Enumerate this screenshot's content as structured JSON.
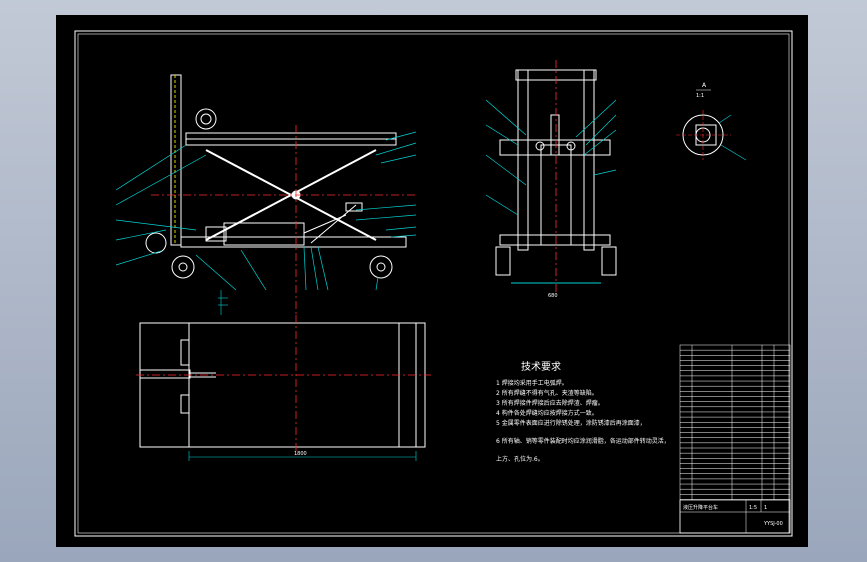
{
  "drawing": {
    "background": "#000000",
    "frame_color": "#ffffff",
    "line_colors": {
      "outline": "#ffffff",
      "dimension": "#00d4d4",
      "center": "#ff2a2a",
      "hidden": "#d4d400",
      "title_text": "#ffffff"
    }
  },
  "tech_requirements": {
    "title": "技术要求",
    "items": [
      "1 焊接均采用手工电弧焊。",
      "2 所有焊缝不得有气孔、夹渣等缺陷。",
      "3 所有焊接件焊接后应去除焊渣、焊瘤。",
      "4 构件各处焊缝均应按焊接方式一致。",
      "5 金属零件表面应进行除锈处理，涂防锈漆后再涂面漆，",
      "6 所有轴、销等零件装配时均应涂润滑脂，各运动部件转动灵活，",
      "上方、孔位为.6。"
    ]
  },
  "detail_view": {
    "label": "A",
    "scale": "1:1"
  },
  "dimensions": {
    "front_width": "680",
    "top_length": "1800"
  },
  "title_block": {
    "name": "液压升降平台车",
    "scale": "1:5",
    "sheet": "1",
    "drawing_no": "YYSJ-00"
  }
}
